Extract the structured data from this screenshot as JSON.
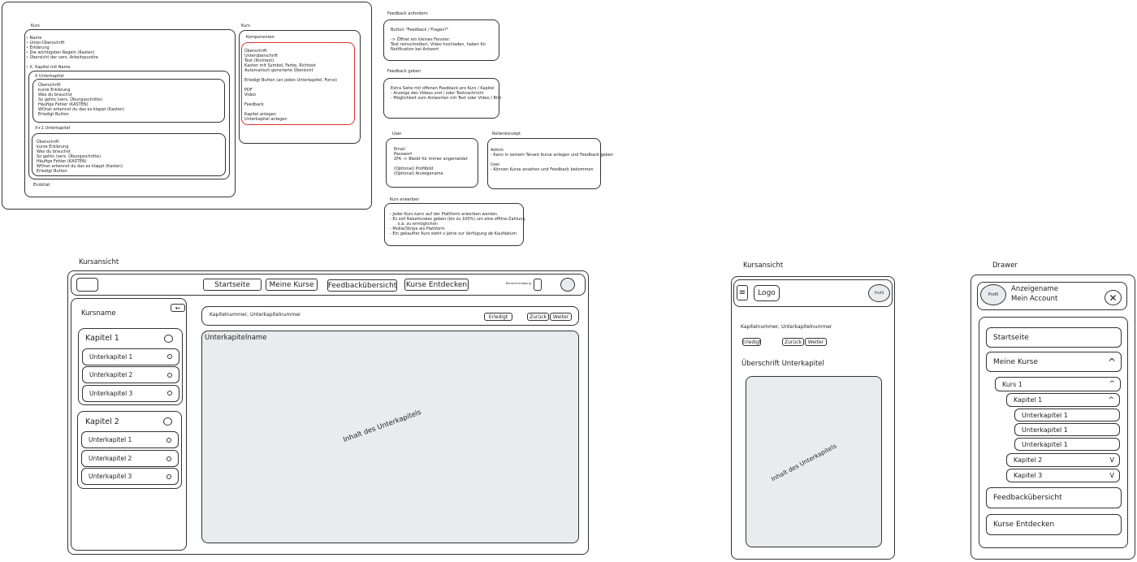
{
  "notes": {
    "kurs_left": {
      "label": "Kurs",
      "bullets": [
        "Name",
        "Unter-Überschrift",
        "Erklärung",
        "Die wichtigsten Regeln (Kasten)",
        "Übersicht der vers. Arbeitspunkte"
      ],
      "chapter_bullet": "X. Kapitel mit Name",
      "sub1": {
        "label": "X Unterkapitel",
        "text": "Überschrift\nkurze Erklärung\nWas du brauchst\nSo gehts (vers. Übungsschritte)\nHäufige Fehler (KASTEN)\nWOran erkennst du das es klappt (Kasten)\nErledigt Button"
      },
      "sub2": {
        "label": "X+1 Unterkapitel",
        "text": "Überschrift\nkurze Erklärung\nWas du brauchst\nSo gehts (vers. Übungsschritte)\nHäufige Fehler (KASTEN)\nWOran erkennst du das es klappt (Kasten)\nErledigt Button"
      },
      "end": "Endzitat"
    },
    "kurs_right": {
      "label": "Kurs",
      "title": "Komponenten",
      "text": "Überschrift\nUnterüberschrift\nText (Richtext)\nKasten mit Symbol, Farbe, Richtext\nAutomatisch generierte Übersicht\n\nErledigt Button (an jeden Unterkapitel, Force)\n\nPDF\nVideo\n\nFeedback\n\nKapitel anlegen\nUnterkapitel anlegen"
    },
    "feedback_request": {
      "label": "Feedback anfordern",
      "text": "Button \"Feedback / Fragen?\"\n\n-> Öffnet ein kleines Fenster:\nText reinschreiben, Video hochladen, haken für\nNotification bei Antwort"
    },
    "feedback_give": {
      "label": "Feedback geben",
      "text": "Extra Seite mit offenen Feedback pro Kurs / Kapitel\n- Anzeige des Videos und / oder Textnachricht\n- Möglichkeit zum Antworten mit Text oder Video / Bild"
    },
    "user": {
      "label": "User",
      "text": "Email\nPasswort\n2FA -> Bleibt für immer angemeldet\n\n(Optional) Profilbild\n(Optional) Anzeigename"
    },
    "roles": {
      "label": "Rollenkonzept",
      "text": "Admin\n- Kann in seinem Tenant Kurse anlegen und Feedback geben\n\nUser\n- Können Kurse ansehen und Feedback bekommen"
    },
    "purchase": {
      "label": "Kurs erwerben",
      "text": "- Jeder Kurs kann auf der Plattform erworben werden.\n- Es soll Rabattcodes geben (bis zu 100%) um eine offline-Zahlung\n      o.ä. zu ermöglichen\n- Mollie/Stripe als Plattform\n- Ein gekaufter Kurs steht x Jahre zur Verfügung ab Kaufdatum"
    }
  },
  "desktop": {
    "label": "Kursansicht",
    "nav": [
      "Startseite",
      "Meine Kurse",
      "Feedbackübersicht",
      "Kurse Entdecken"
    ],
    "notification": "Benachrichtigung",
    "sidebar": {
      "title": "Kursname",
      "chapters": [
        {
          "title": "Kapitel 1",
          "subs": [
            "Unterkapitel 1",
            "Unterkapitel 2",
            "Unterkapitel 3"
          ]
        },
        {
          "title": "Kapitel 2",
          "subs": [
            "Unterkapitel 1",
            "Unterkapitel 2",
            "Unterkapitel 3"
          ]
        }
      ]
    },
    "content": {
      "breadcrumb": "Kapitelnummer, Unterkapitelnummer",
      "done": "Erledigt",
      "back": "Zurück",
      "next": "Weiter",
      "subtitle": "Unterkapitelname",
      "placeholder": "Inhalt des Unterkapitels"
    }
  },
  "mobile": {
    "label": "Kursansicht",
    "logo": "Logo",
    "profile": "Profil",
    "breadcrumb": "Kapitelnummer, Unterkapitelnummer",
    "done": "Erledigt",
    "back": "Zurück",
    "next": "Weiter",
    "heading": "Überschrift Unterkapitel",
    "placeholder": "Inhalt des Unterkapitels"
  },
  "drawer": {
    "label": "Drawer",
    "profile": "Profil",
    "name": "Anzeigename",
    "account": "Mein Account",
    "items": {
      "home": "Startseite",
      "my_courses": "Meine Kurse",
      "course1": "Kurs 1",
      "chapter1": "Kapitel 1",
      "subs": [
        "Unterkapitel 1",
        "Unterkapitel 1",
        "Unterkapitel 1"
      ],
      "chapter2": "Kapitel 2",
      "chapter3": "Kapitel 3",
      "feedback": "Feedbackübersicht",
      "discover": "Kurse Entdecken"
    }
  },
  "colors": {
    "placeholder_fill": "#e9ecef",
    "highlight": "#e03131",
    "stroke": "#1e1e1e"
  }
}
